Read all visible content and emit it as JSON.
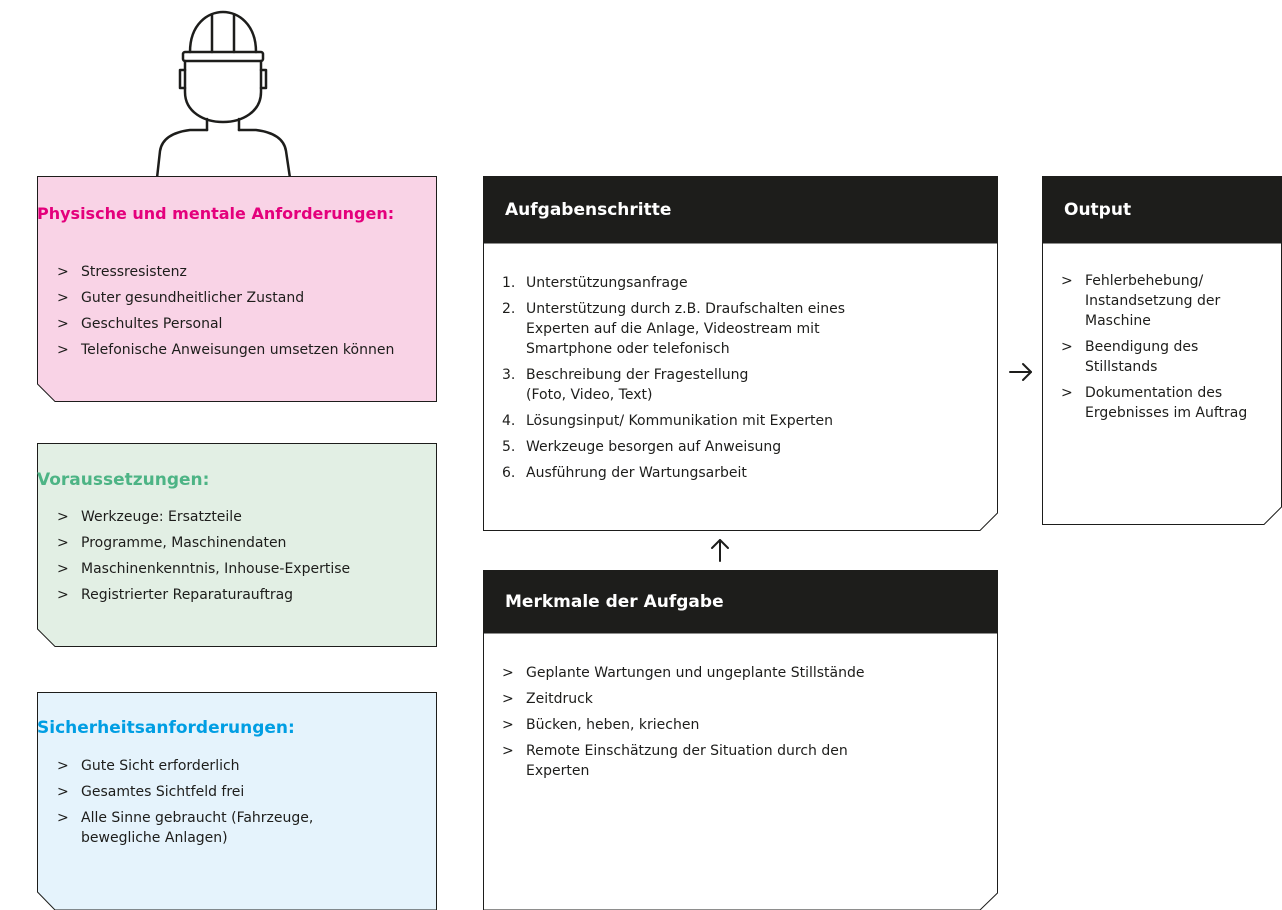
{
  "colors": {
    "pink_bg": "#f9d3e6",
    "pink_title": "#e4007c",
    "green_bg": "#e2efe4",
    "green_title": "#4db485",
    "blue_bg": "#e5f3fc",
    "blue_title": "#009ee3",
    "dark": "#1d1d1b"
  },
  "icons": {
    "worker": "worker-helmet-icon",
    "arrow_right": "arrow-right-icon",
    "arrow_up": "arrow-up-icon"
  },
  "physical": {
    "title": "Physische und mentale Anforderungen:",
    "items": [
      "Stressresistenz",
      "Guter gesundheitlicher Zustand",
      "Geschultes Personal",
      "Telefonische Anweisungen umsetzen können"
    ]
  },
  "prerequisites": {
    "title": "Voraussetzungen:",
    "items": [
      "Werkzeuge: Ersatzteile",
      "Programme, Maschinendaten",
      "Maschinenkenntnis, Inhouse-Expertise",
      "Registrierter Reparaturauftrag"
    ]
  },
  "safety": {
    "title": "Sicherheitsanforderungen:",
    "items": [
      "Gute Sicht erforderlich",
      "Gesamtes Sichtfeld frei",
      "Alle Sinne gebraucht (Fahrzeuge, bewegliche Anlagen)"
    ]
  },
  "steps": {
    "header": "Aufgabenschritte",
    "items": [
      {
        "num": "1.",
        "text": "Unterstützungsanfrage"
      },
      {
        "num": "2.",
        "text": "Unterstützung durch z.B. Draufschalten eines Experten auf die Anlage, Videostream mit Smartphone oder telefonisch"
      },
      {
        "num": "3.",
        "text": "Beschreibung der Fragestellung (Foto, Video, Text)"
      },
      {
        "num": "4.",
        "text": "Lösungsinput/ Kommunikation mit Experten"
      },
      {
        "num": "5.",
        "text": "Werkzeuge besorgen auf Anweisung"
      },
      {
        "num": "6.",
        "text": "Ausführung der Wartungsarbeit"
      }
    ]
  },
  "features": {
    "header": "Merkmale der Aufgabe",
    "items": [
      "Geplante Wartungen und ungeplante Stillstände",
      "Zeitdruck",
      "Bücken, heben, kriechen",
      "Remote Einschätzung der Situation durch den Experten"
    ]
  },
  "output": {
    "header": "Output",
    "items": [
      "Fehlerbehebung/ Instandsetzung der Maschine",
      "Beendigung des Stillstands",
      "Dokumentation des Ergebnisses im Auftrag"
    ]
  }
}
